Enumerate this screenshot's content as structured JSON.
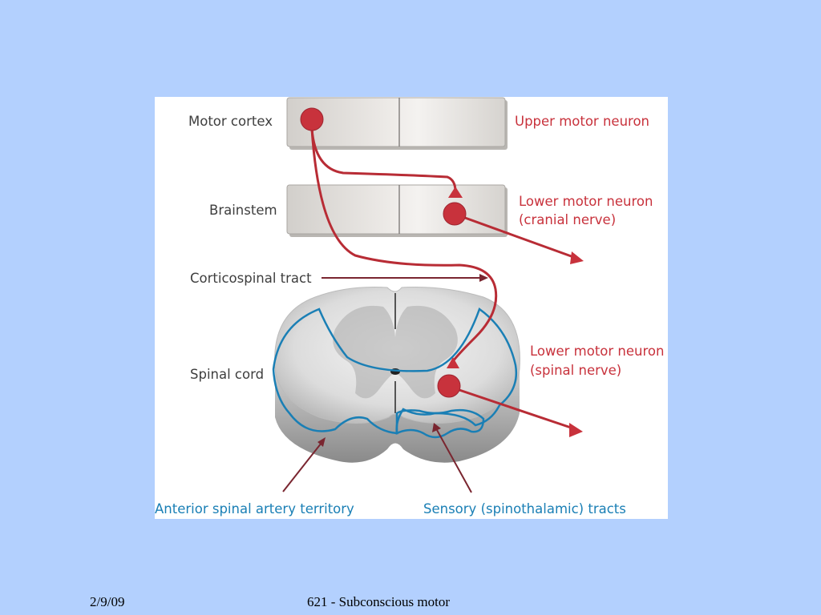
{
  "slide": {
    "footer_date": "2/9/09",
    "footer_title": "621 - Subconscious motor"
  },
  "diagram": {
    "left_labels": {
      "motor_cortex": "Motor cortex",
      "brainstem": "Brainstem",
      "corticospinal_tract": "Corticospinal tract",
      "spinal_cord": "Spinal cord"
    },
    "right_labels": {
      "upper_motor_neuron": "Upper motor neuron",
      "lower_motor_neuron_cranial_1": "Lower motor neuron",
      "lower_motor_neuron_cranial_2": "(cranial nerve)",
      "lower_motor_neuron_spinal_1": "Lower motor neuron",
      "lower_motor_neuron_spinal_2": "(spinal nerve)"
    },
    "bottom_labels": {
      "anterior_spinal_artery": "Anterior spinal artery territory",
      "sensory_tracts": "Sensory (spinothalamic) tracts"
    },
    "colors": {
      "neuron_red": "#c8323c",
      "territory_blue": "#1a7fb5",
      "box_gray": "#dcd9d5",
      "text_dark": "#3e3e3e"
    }
  }
}
